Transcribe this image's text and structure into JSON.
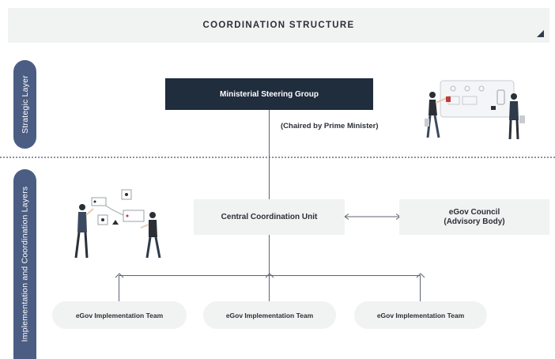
{
  "header": {
    "title": "COORDINATION STRUCTURE"
  },
  "layers": {
    "strategic": "Strategic Layer",
    "implementation": "Implementation and Coordination Layers"
  },
  "nodes": {
    "steering_group": "Ministerial Steering Group",
    "steering_note": "(Chaired by Prime Minister)",
    "ccu": "Central Coordination Unit",
    "council_line1": "eGov Council",
    "council_line2": "(Advisory Body)"
  },
  "teams": [
    {
      "label": "eGov Implementation Team"
    },
    {
      "label": "eGov Implementation Team"
    },
    {
      "label": "eGov Implementation Team"
    }
  ],
  "colors": {
    "pill": "#4b5d83",
    "dark_box": "#1f2d3d",
    "light_box": "#f1f2f2",
    "illustration_accent": "#c23a3a"
  },
  "icons": [
    "presentation-illustration",
    "whiteboard-illustration"
  ]
}
